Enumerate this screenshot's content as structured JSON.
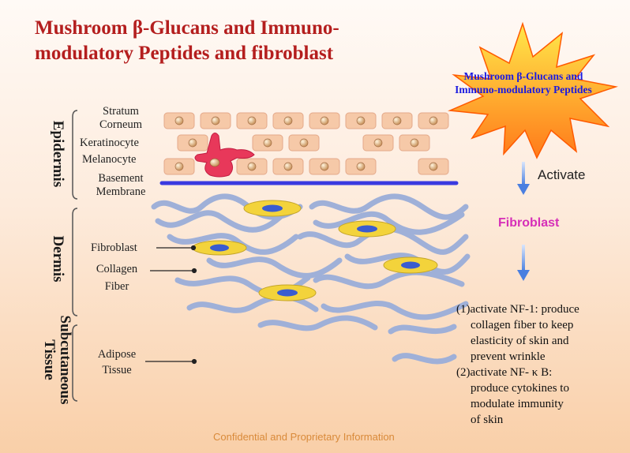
{
  "title": "Mushroom β-Glucans and Immuno-\nmodulatory Peptides and fibroblast",
  "sections": {
    "epidermis": "Epidermis",
    "dermis": "Dermis",
    "subcutaneous": "Subcutaneous\nTissue"
  },
  "labels": {
    "stratum_corneum_1": "Stratum",
    "stratum_corneum_2": "Corneum",
    "keratinocyte": "Keratinocyte",
    "melanocyte": "Melanocyte",
    "basement_1": "Basement",
    "basement_2": "Membrane",
    "fibroblast": "Fibroblast",
    "collagen_1": "Collagen",
    "collagen_2": "Fiber",
    "adipose_1": "Adipose",
    "adipose_2": "Tissue"
  },
  "burst": {
    "line1": "Mushroom  β-Glucans and",
    "line2": "Immuno-modulatory Peptides"
  },
  "flow": {
    "activate": "Activate",
    "fibroblast": "Fibroblast"
  },
  "effects": {
    "e1_line1": "(1)activate NF-1: produce",
    "e1_line2": "collagen fiber to keep",
    "e1_line3": "elasticity of skin and",
    "e1_line4": "prevent wrinkle",
    "e2_line1": "(2)activate NF- κ B:",
    "e2_line2": "produce cytokines to",
    "e2_line3": "modulate immunity",
    "e2_line4": "of skin"
  },
  "footer": "Confidential and Proprietary Information",
  "colors": {
    "title": "#b41e1e",
    "burst_text": "#1a1ae0",
    "fibroblast_label": "#d62fb8",
    "collagen": "#9fb0d8",
    "fat_cell": "#f08860",
    "melanocyte": "#e23a5a",
    "basement_membrane": "#3a3ae0",
    "arrow": "#5b8fe6"
  }
}
